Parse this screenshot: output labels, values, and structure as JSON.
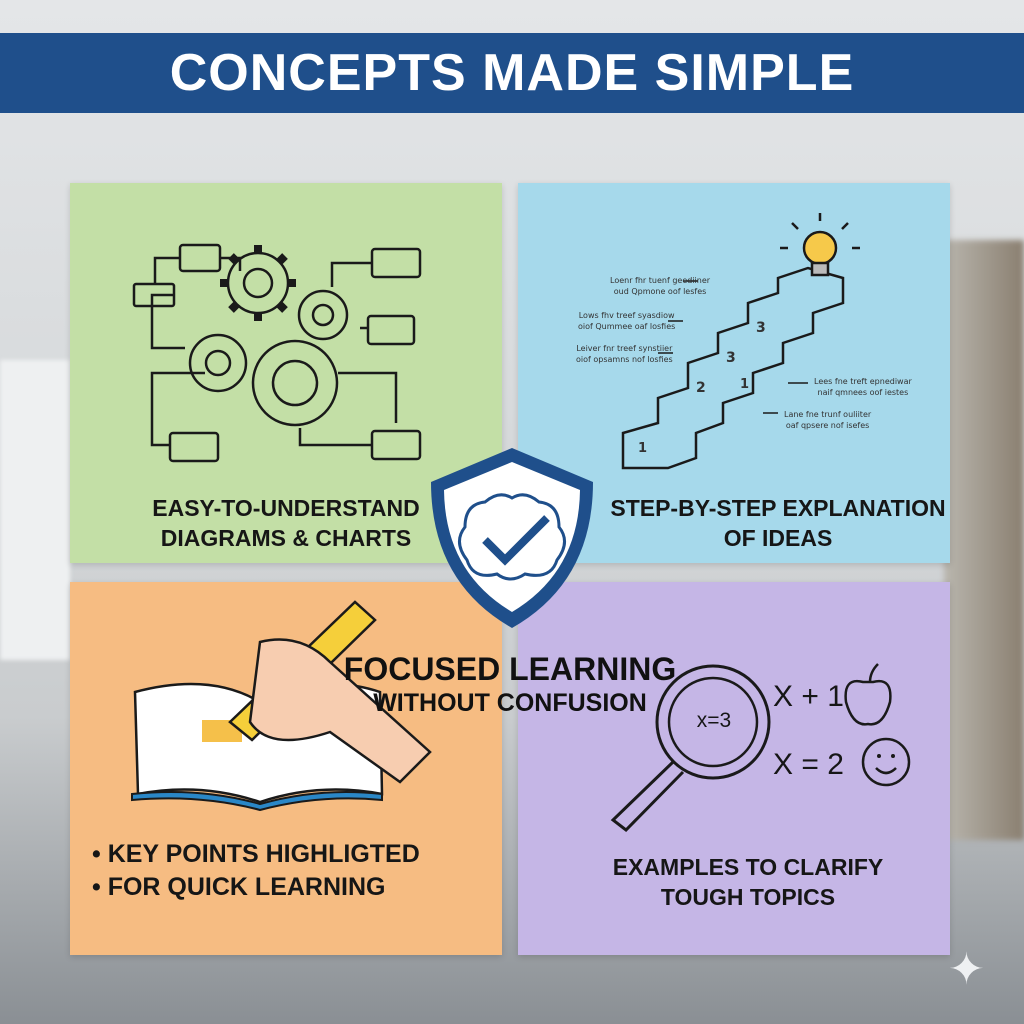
{
  "banner": {
    "title": "CONCEPTS MADE SIMPLE",
    "color": "#1f4f8b"
  },
  "panels": {
    "diagrams": {
      "caption_line1": "EASY-TO-UNDERSTAND",
      "caption_line2": "DIAGRAMS & CHARTS",
      "color": "#c3dfa6",
      "icon": "gears-flowchart-icon"
    },
    "steps": {
      "caption_line1": "STEP-BY-STEP EXPLANATION",
      "caption_line2": "OF IDEAS",
      "color": "#a6d9eb",
      "icon": "staircase-lightbulb-icon",
      "step_numbers": [
        "1",
        "1",
        "2",
        "3",
        "3"
      ],
      "notes": [
        {
          "line1": "Loenr fhr tuenf geediiner",
          "line2": "oud Qpmone oof lesfes"
        },
        {
          "line1": "Lows fhv treef syasdiow",
          "line2": "oiof Qummee oaf losfies"
        },
        {
          "line1": "Leiver fnr treef synstiier",
          "line2": "oiof opsamns nof losfies"
        },
        {
          "line1": "Lees fne treft epnediwar",
          "line2": "naif qmnees oof iestes"
        },
        {
          "line1": "Lane fne trunf ouliiter",
          "line2": "oaf qpsere nof isefes"
        }
      ]
    },
    "highlight": {
      "bullets": [
        "KEY POINTS HIGHLIGTED",
        "FOR QUICK LEARNING"
      ],
      "color": "#f6bc82",
      "icon": "book-highlighter-icon"
    },
    "examples": {
      "caption_line1": "EXAMPLES TO CLARIFY",
      "caption_line2": "TOUGH TOPICS",
      "color": "#c5b6e6",
      "magnifier_text": "x=3",
      "eq1": "X + 1",
      "eq2": "X = 2",
      "icon": "magnifier-apple-smiley-icon"
    }
  },
  "center": {
    "title": "FOCUSED LEARNING",
    "subtitle": "WITHOUT CONFUSION",
    "icon": "brain-check-shield-icon"
  }
}
